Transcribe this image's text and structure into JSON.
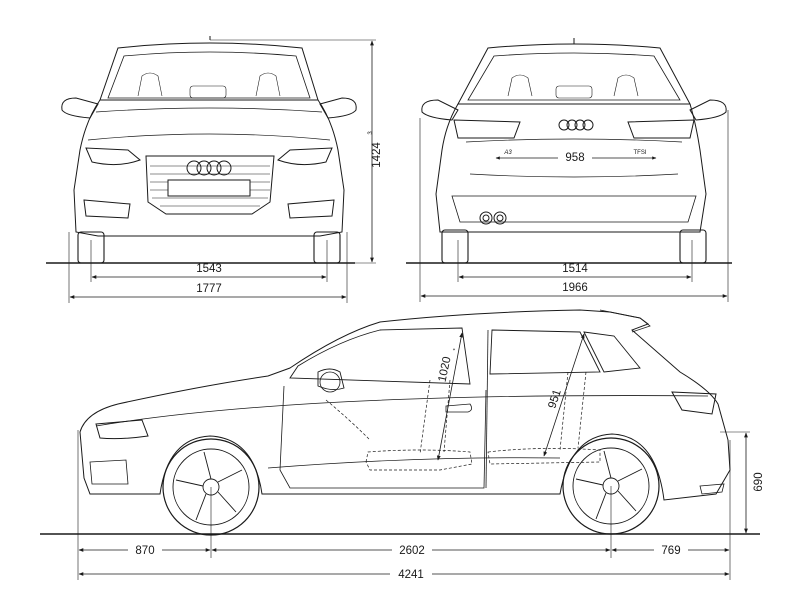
{
  "front_view": {
    "track_width": "1543",
    "overall_width": "1777",
    "overall_height": "1424",
    "height_footnote": "3"
  },
  "rear_view": {
    "track_width": "1514",
    "mirror_width": "1966",
    "inner_width": "958",
    "model_badge": "A3",
    "engine_badge": "TFSI"
  },
  "side_view": {
    "front_overhang": "870",
    "wheelbase": "2602",
    "rear_overhang": "769",
    "overall_length": "4241",
    "rear_height": "690",
    "headroom_front": "1020",
    "headroom_front_note": "*",
    "headroom_rear": "951"
  },
  "colors": {
    "line": "#1a1a1a",
    "background": "#ffffff"
  }
}
